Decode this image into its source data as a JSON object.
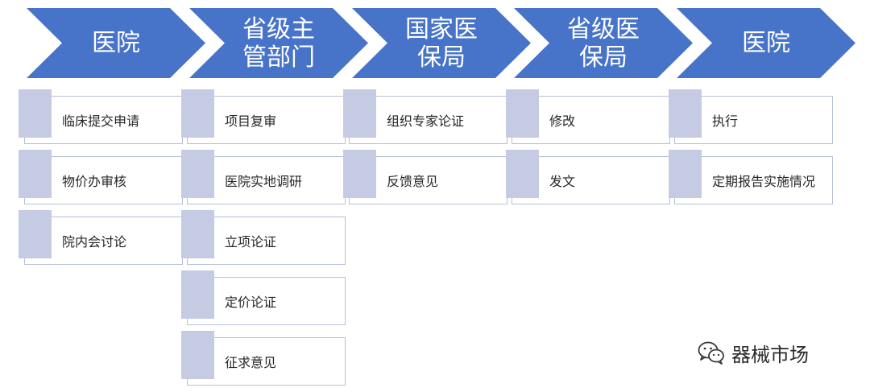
{
  "colors": {
    "chevron": "#4773c8",
    "swatch": "#c5cbe3",
    "card_border": "#b7bfd8",
    "text": "#262626"
  },
  "stages": [
    {
      "label": "医院",
      "items": [
        "临床提交申请",
        "物价办审核",
        "院内会讨论"
      ]
    },
    {
      "label": "省级主\n管部门",
      "items": [
        "项目复审",
        "医院实地调研",
        "立项论证",
        "定价论证",
        "征求意见"
      ]
    },
    {
      "label": "国家医\n保局",
      "items": [
        "组织专家论证",
        "反馈意见"
      ]
    },
    {
      "label": "省级医\n保局",
      "items": [
        "修改",
        "发文"
      ]
    },
    {
      "label": "医院",
      "items": [
        "执行",
        "定期报告实施情况"
      ]
    }
  ],
  "watermark": {
    "icon": "wechat-icon",
    "text": "器械市场"
  }
}
